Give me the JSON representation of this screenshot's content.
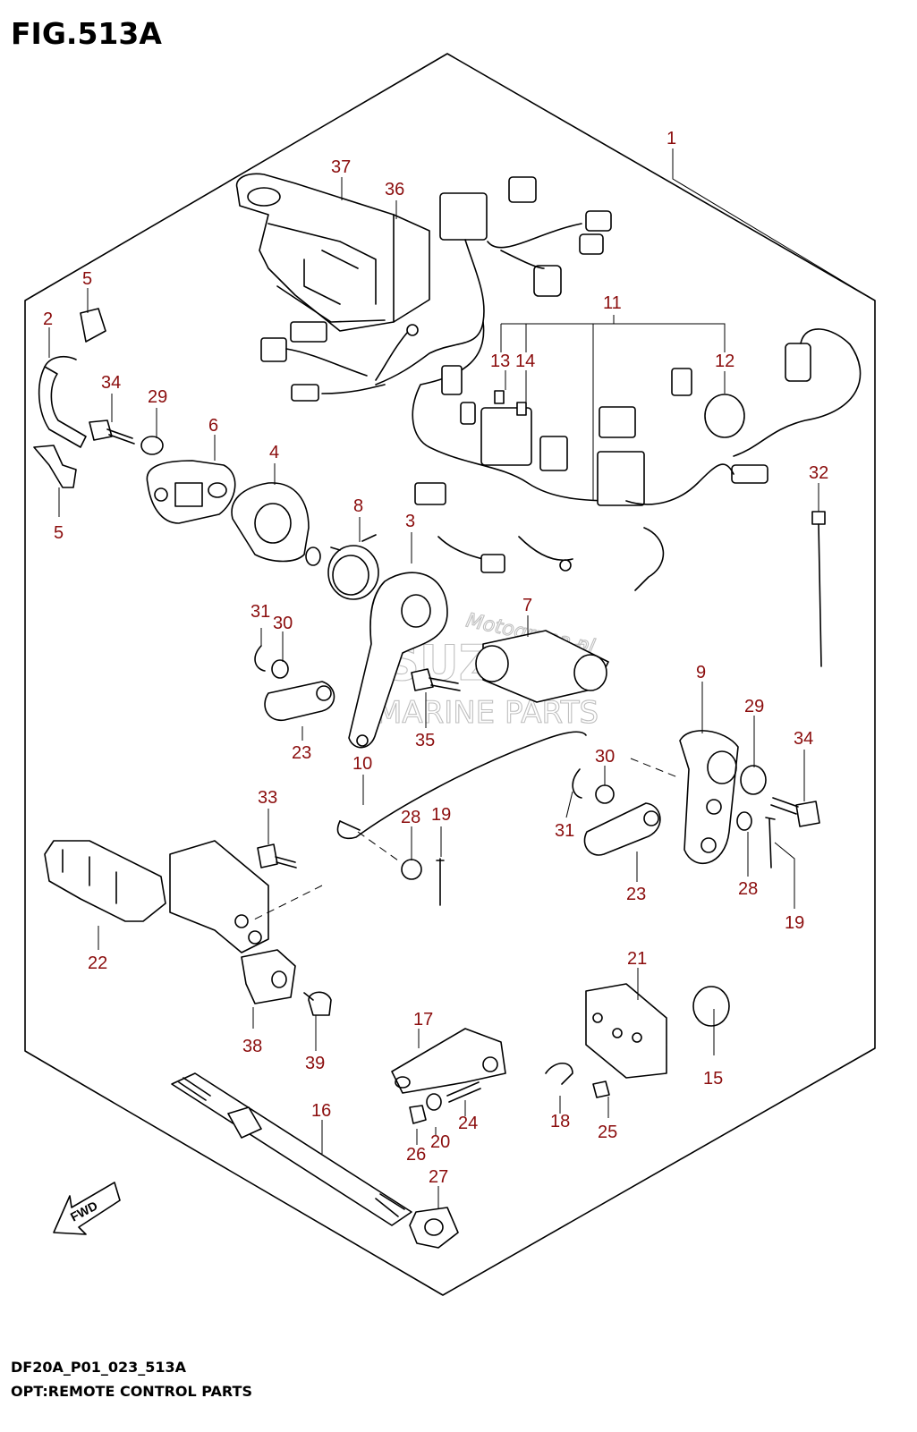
{
  "figure": {
    "title": "FIG.513A",
    "code": "DF20A_P01_023_513A",
    "subtitle": "OPT:REMOTE CONTROL PARTS"
  },
  "watermark": {
    "brand": "SUZUKI",
    "line2": "MARINE PARTS",
    "line3": "Motogrupa.pl"
  },
  "fwd_label": "FWD",
  "callouts": [
    {
      "id": "c1",
      "label": "1"
    },
    {
      "id": "c2",
      "label": "2"
    },
    {
      "id": "c3",
      "label": "3"
    },
    {
      "id": "c4",
      "label": "4"
    },
    {
      "id": "c5a",
      "label": "5"
    },
    {
      "id": "c5b",
      "label": "5"
    },
    {
      "id": "c6",
      "label": "6"
    },
    {
      "id": "c7",
      "label": "7"
    },
    {
      "id": "c8",
      "label": "8"
    },
    {
      "id": "c9",
      "label": "9"
    },
    {
      "id": "c10",
      "label": "10"
    },
    {
      "id": "c11",
      "label": "11"
    },
    {
      "id": "c12",
      "label": "12"
    },
    {
      "id": "c13",
      "label": "13"
    },
    {
      "id": "c14",
      "label": "14"
    },
    {
      "id": "c15",
      "label": "15"
    },
    {
      "id": "c16",
      "label": "16"
    },
    {
      "id": "c17",
      "label": "17"
    },
    {
      "id": "c18",
      "label": "18"
    },
    {
      "id": "c19a",
      "label": "19"
    },
    {
      "id": "c19b",
      "label": "19"
    },
    {
      "id": "c20",
      "label": "20"
    },
    {
      "id": "c21",
      "label": "21"
    },
    {
      "id": "c22",
      "label": "22"
    },
    {
      "id": "c23a",
      "label": "23"
    },
    {
      "id": "c23b",
      "label": "23"
    },
    {
      "id": "c24",
      "label": "24"
    },
    {
      "id": "c25",
      "label": "25"
    },
    {
      "id": "c26",
      "label": "26"
    },
    {
      "id": "c27",
      "label": "27"
    },
    {
      "id": "c28a",
      "label": "28"
    },
    {
      "id": "c28b",
      "label": "28"
    },
    {
      "id": "c29a",
      "label": "29"
    },
    {
      "id": "c29b",
      "label": "29"
    },
    {
      "id": "c30a",
      "label": "30"
    },
    {
      "id": "c30b",
      "label": "30"
    },
    {
      "id": "c31a",
      "label": "31"
    },
    {
      "id": "c31b",
      "label": "31"
    },
    {
      "id": "c32",
      "label": "32"
    },
    {
      "id": "c33",
      "label": "33"
    },
    {
      "id": "c34a",
      "label": "34"
    },
    {
      "id": "c34b",
      "label": "34"
    },
    {
      "id": "c35",
      "label": "35"
    },
    {
      "id": "c36",
      "label": "36"
    },
    {
      "id": "c37",
      "label": "37"
    },
    {
      "id": "c38",
      "label": "38"
    },
    {
      "id": "c39",
      "label": "39"
    }
  ]
}
